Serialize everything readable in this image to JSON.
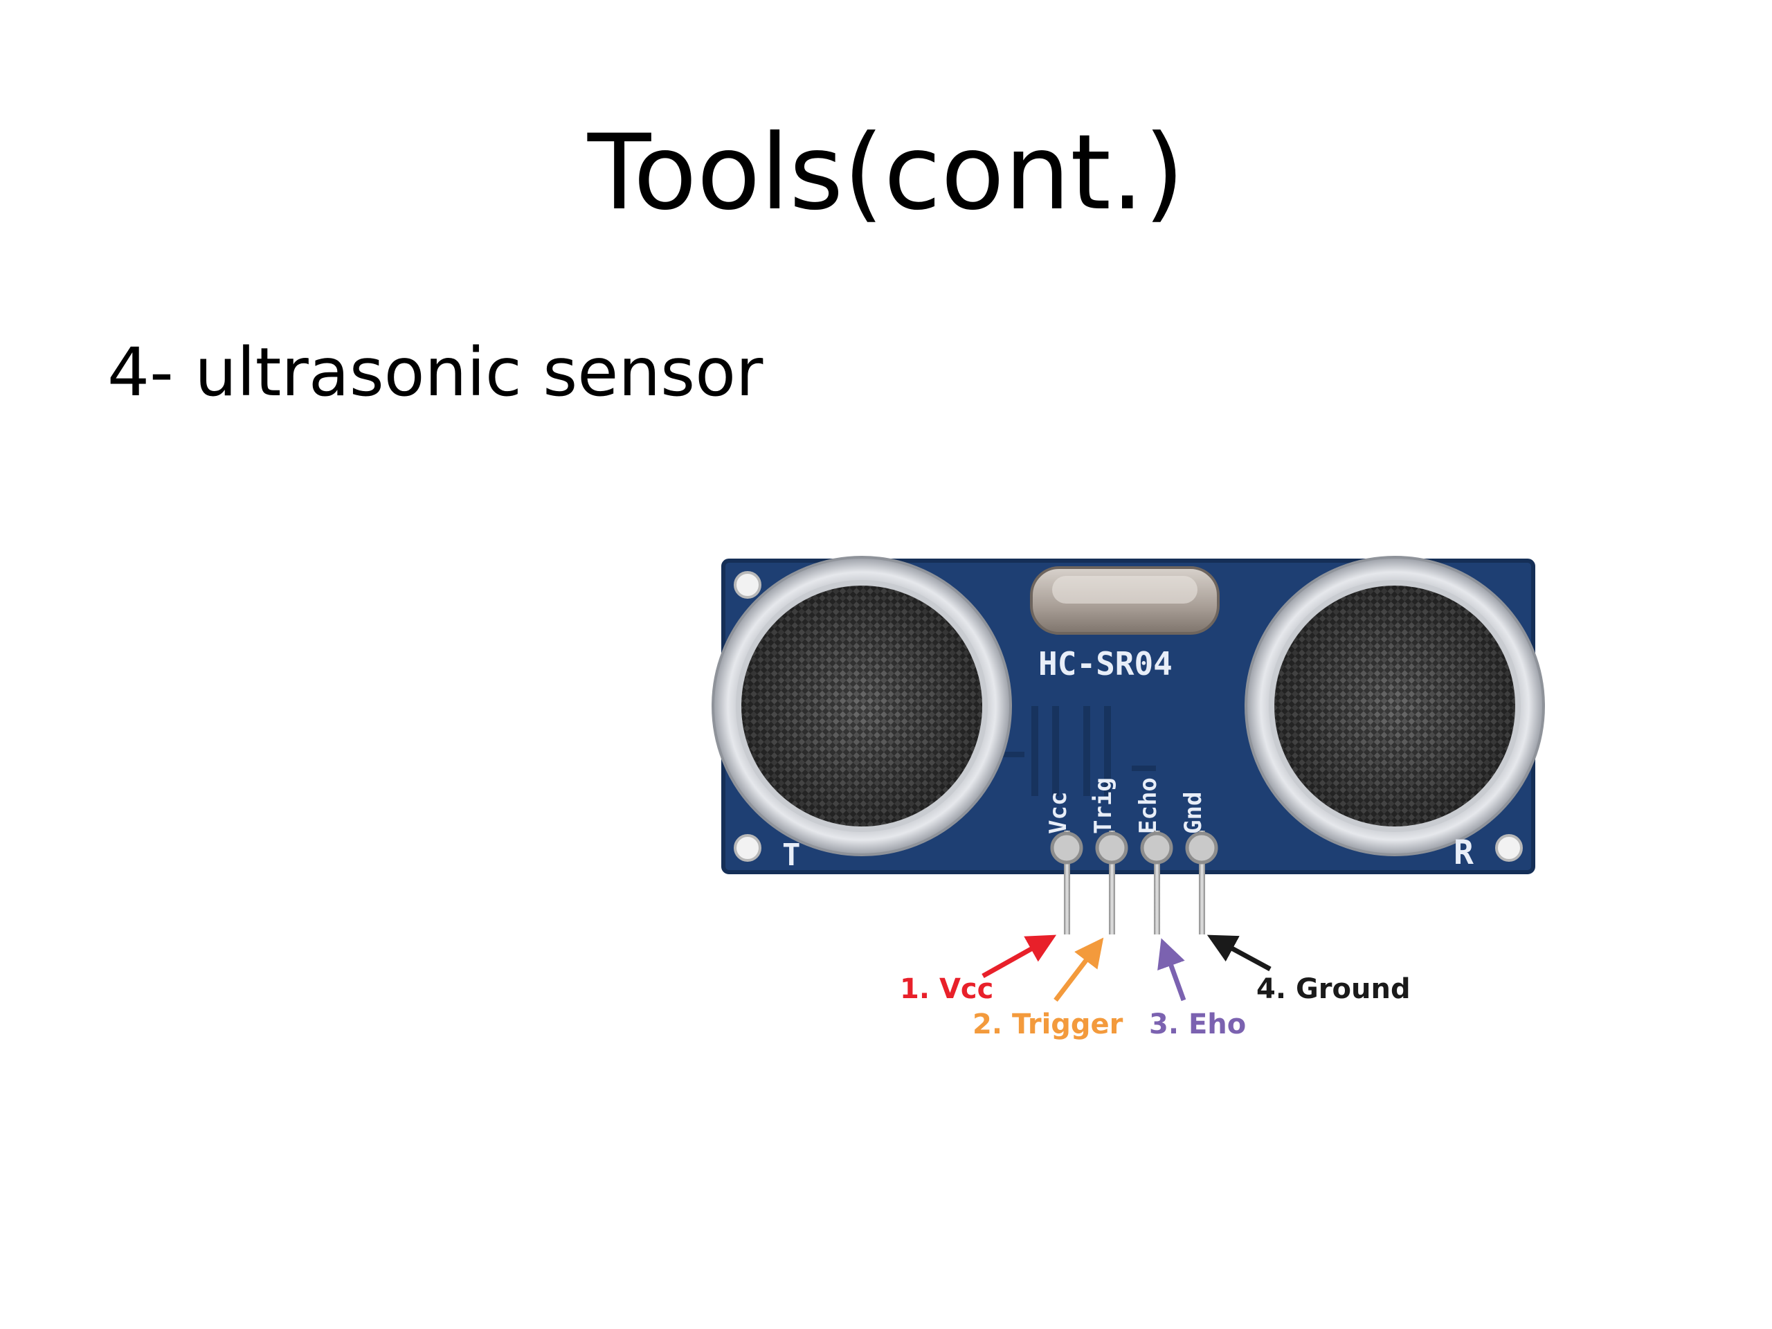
{
  "slide": {
    "title": "Tools(cont.)",
    "bullet": "4- ultrasonic sensor"
  },
  "figure": {
    "module_label": "HC-SR04",
    "transducer_left_mark": "T",
    "transducer_right_mark": "R",
    "header_pins": [
      "Vcc",
      "Trig",
      "Echo",
      "Gnd"
    ],
    "callouts": [
      {
        "text": "1. Vcc",
        "color": "#e8202a"
      },
      {
        "text": "2. Trigger",
        "color": "#f39a3c"
      },
      {
        "text": "3. Eho",
        "color": "#7b62b0"
      },
      {
        "text": "4. Ground",
        "color": "#1a1a1a"
      }
    ],
    "board_color": "#1e3f73"
  }
}
